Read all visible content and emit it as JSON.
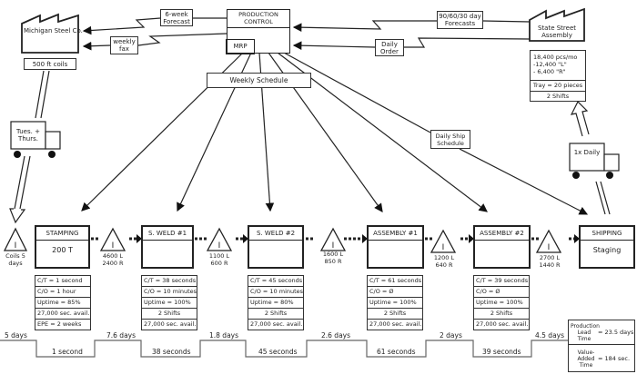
{
  "supplier": {
    "name": "Michigan Steel Co.",
    "note": "500 ft coils"
  },
  "customer": {
    "name": "State Street Assembly",
    "demand": [
      "18,400 pcs/mo",
      "-12,400 \"L\"",
      "- 6,400 \"R\""
    ],
    "tray": "Tray = 20 pieces",
    "shifts": "2 Shifts"
  },
  "production_control": {
    "title": "PRODUCTION CONTROL",
    "mrp": "MRP"
  },
  "info_flows": {
    "six_week": "6-week Forecast",
    "weekly_fax": "weekly fax",
    "forecasts": "90/60/30 day Forecasts",
    "daily_order": "Daily Order",
    "weekly_schedule": "Weekly Schedule",
    "daily_ship": "Daily Ship Schedule"
  },
  "trucks": {
    "inbound": "Tues. + Thurs.",
    "outbound": "1x Daily"
  },
  "inventory": [
    {
      "label": "Coils 5 days"
    },
    {
      "label": "4600 L 2400 R"
    },
    {
      "label": "1100 L 600 R"
    },
    {
      "label": "1600 L 850 R"
    },
    {
      "label": "1200 L 640 R"
    },
    {
      "label": "2700 L 1440 R"
    }
  ],
  "processes": [
    {
      "name": "STAMPING",
      "body": "200 T",
      "data": [
        "C/T = 1 second",
        "C/O = 1 hour",
        "Uptime = 85%",
        "27,000 sec. avail.",
        "EPE = 2 weeks"
      ]
    },
    {
      "name": "S. WELD #1",
      "body": "",
      "data": [
        "C/T = 38 seconds",
        "C/O = 10 minutes",
        "Uptime = 100%",
        "2 Shifts",
        "27,000 sec. avail."
      ]
    },
    {
      "name": "S. WELD #2",
      "body": "",
      "data": [
        "C/T = 45 seconds",
        "C/O = 10 minutes",
        "Uptime = 80%",
        "2 Shifts",
        "27,000 sec. avail."
      ]
    },
    {
      "name": "ASSEMBLY #1",
      "body": "",
      "data": [
        "C/T = 61 seconds",
        "C/O = Ø",
        "Uptime = 100%",
        "2 Shifts",
        "27,000 sec. avail."
      ]
    },
    {
      "name": "ASSEMBLY #2",
      "body": "",
      "data": [
        "C/T = 39 seconds",
        "C/O = Ø",
        "Uptime = 100%",
        "2 Shifts",
        "27,000 sec. avail."
      ]
    },
    {
      "name": "SHIPPING",
      "body": "Staging",
      "data": []
    }
  ],
  "timeline": {
    "waits": [
      "5 days",
      "7.6 days",
      "1.8 days",
      "2.6 days",
      "2 days",
      "4.5 days"
    ],
    "process_times": [
      "1 second",
      "38 seconds",
      "45 seconds",
      "61 seconds",
      "39 seconds"
    ]
  },
  "summary": {
    "lead_label": "Production Lead Time",
    "lead_value": "= 23.5 days",
    "va_label": "Value-Added Time",
    "va_value": "= 184 sec."
  }
}
